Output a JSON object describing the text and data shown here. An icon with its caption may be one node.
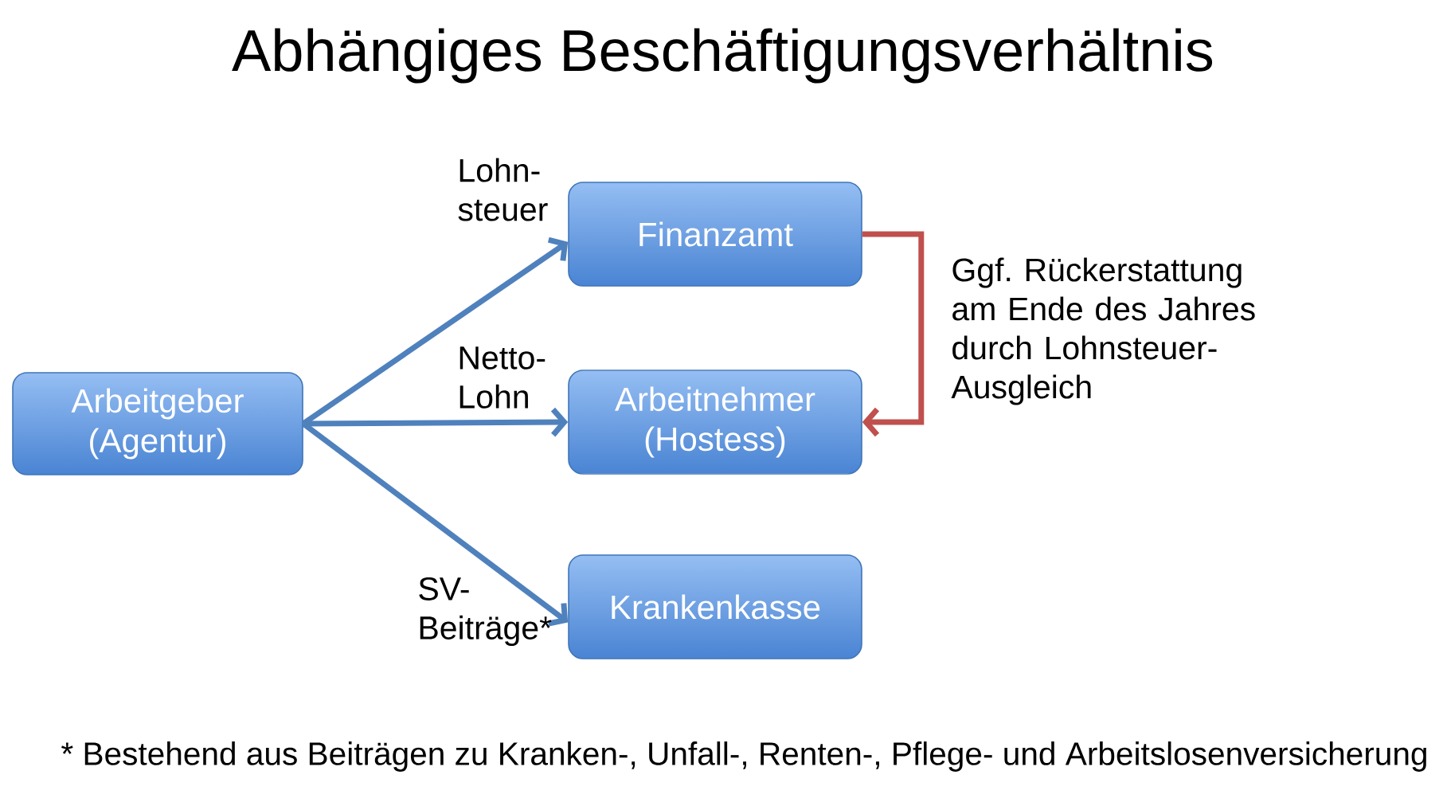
{
  "diagram": {
    "title": "Abhängiges Beschäftigungsverhältnis",
    "nodes": [
      {
        "text": [
          "Arbeitgeber (Agentur)"
        ]
      },
      {
        "text": [
          "Finanzamt"
        ]
      },
      {
        "text": [
          "Arbeitnehmer (Hostess)"
        ]
      },
      {
        "text": [
          "Krankenkasse"
        ]
      }
    ],
    "edges": [
      {
        "from": 0,
        "to": 1,
        "arrow": "to",
        "label": "Lohn- steuer"
      },
      {
        "from": 0,
        "to": 2,
        "arrow": "to",
        "label": "Netto- Lohn"
      },
      {
        "from": 0,
        "to": 3,
        "arrow": "to",
        "label": "SV- Beiträge*"
      },
      {
        "from": 1,
        "to": 2,
        "arrow": "to",
        "label": "Ggf. Rückerstattung am Ende des Jahres durch Lohnsteuer- Ausgleich",
        "color": "#c0504d"
      }
    ],
    "labels": [
      "* Bestehend aus Beiträgen zu Kranken-, Unfall-, Renten-, Pflege- und Arbeitslosenversicherung"
    ]
  }
}
